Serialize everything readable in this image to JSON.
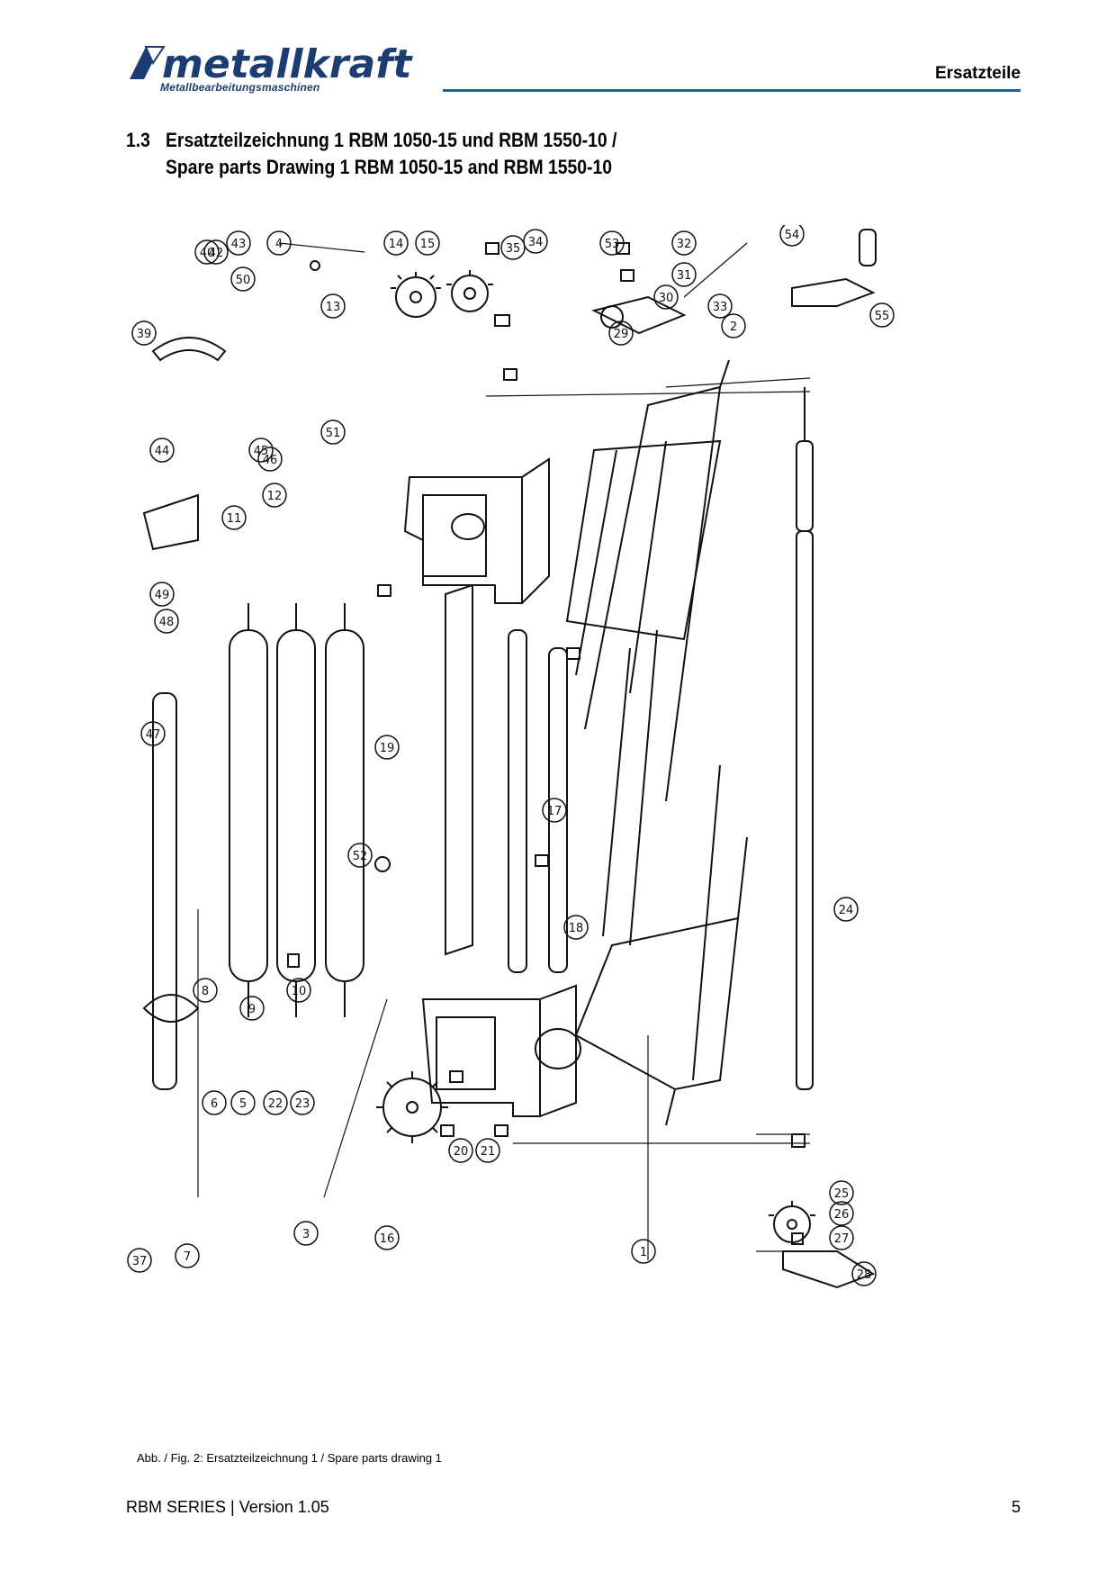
{
  "header": {
    "brand_name": "metallkraft",
    "brand_tagline": "Metallbearbeitungsmaschinen",
    "title": "Ersatzteile"
  },
  "section": {
    "number": "1.3",
    "title_de": "Ersatzteilzeichnung 1 RBM 1050-15 und RBM 1550-10 /",
    "title_en": "Spare parts Drawing 1 RBM 1050-15 and RBM 1550-10"
  },
  "drawing": {
    "part_numbers": [
      "1",
      "2",
      "3",
      "4",
      "5",
      "6",
      "7",
      "8",
      "9",
      "10",
      "11",
      "12",
      "13",
      "14",
      "15",
      "16",
      "17",
      "18",
      "19",
      "20",
      "21",
      "22",
      "23",
      "24",
      "25",
      "26",
      "27",
      "28",
      "29",
      "30",
      "31",
      "32",
      "33",
      "34",
      "35",
      "37",
      "39",
      "40",
      "42",
      "43",
      "44",
      "45",
      "46",
      "47",
      "48",
      "49",
      "50",
      "51",
      "52",
      "53",
      "54",
      "55"
    ]
  },
  "caption": "Abb. / Fig. 2: Ersatzteilzeichnung 1 / Spare parts drawing 1",
  "footer": {
    "left": "RBM SERIES | Version 1.05",
    "page": "5"
  },
  "colors": {
    "accent_rule": "#1f5fb0",
    "logo": "#1b3d74"
  }
}
